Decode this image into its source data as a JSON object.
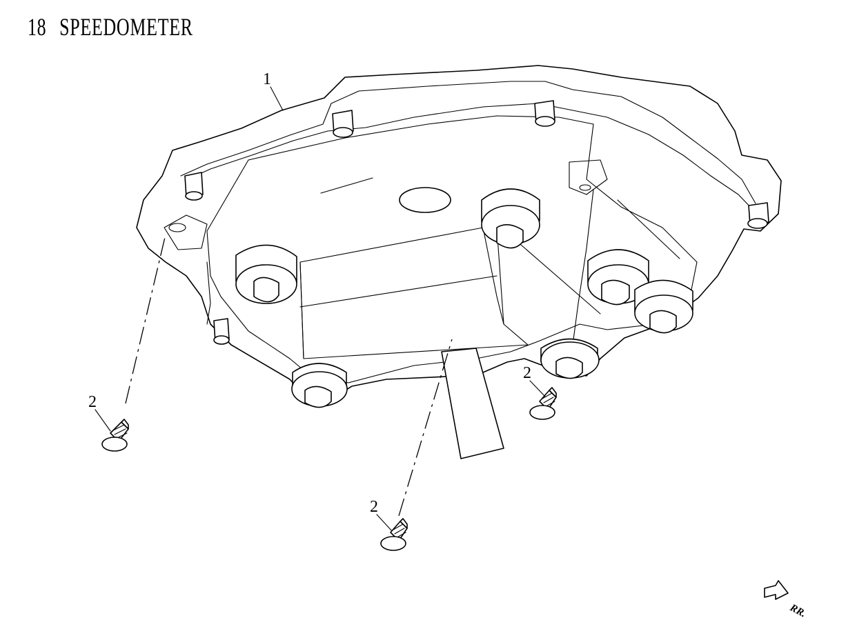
{
  "header": {
    "section_number": "18",
    "section_title": "SPEEDOMETER"
  },
  "callouts": [
    {
      "id": "1",
      "part": "speedometer-assembly"
    },
    {
      "id": "2",
      "part": "screw"
    },
    {
      "id": "2",
      "part": "screw"
    },
    {
      "id": "2",
      "part": "screw"
    }
  ],
  "direction_marker": {
    "label": "RR.",
    "icon": "arrow-icon"
  }
}
